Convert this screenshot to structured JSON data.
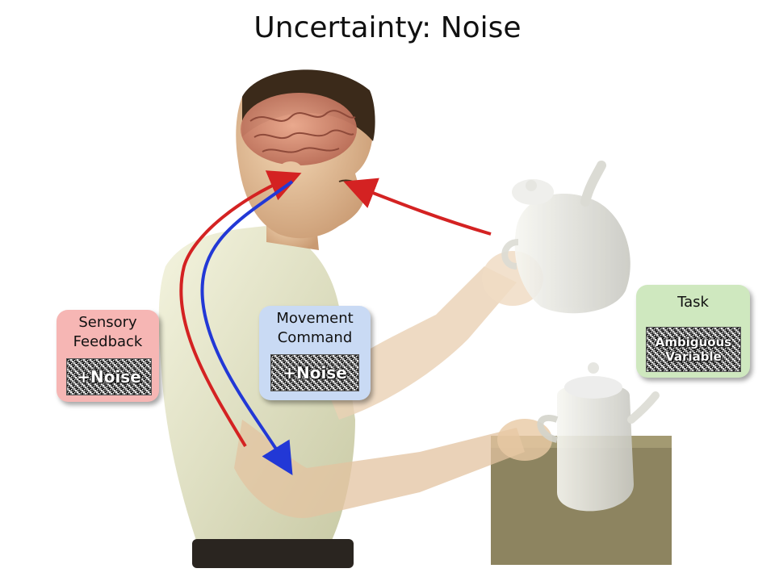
{
  "title": "Uncertainty: Noise",
  "boxes": {
    "sensory": {
      "line1": "Sensory",
      "line2": "Feedback",
      "noise": "+Noise"
    },
    "movement": {
      "line1": "Movement",
      "line2": "Command",
      "noise": "+Noise"
    },
    "task": {
      "title": "Task",
      "line1": "Ambiguous",
      "line2": "Variable"
    }
  },
  "colors": {
    "sensory_bg": "#f6b6b4",
    "movement_bg": "#c9daf4",
    "task_bg": "#cfe8bf",
    "red_arrow": "#d42222",
    "blue_arrow": "#2238d6"
  },
  "icons": {
    "brain": "brain-icon",
    "teapot": "teapot-icon"
  }
}
